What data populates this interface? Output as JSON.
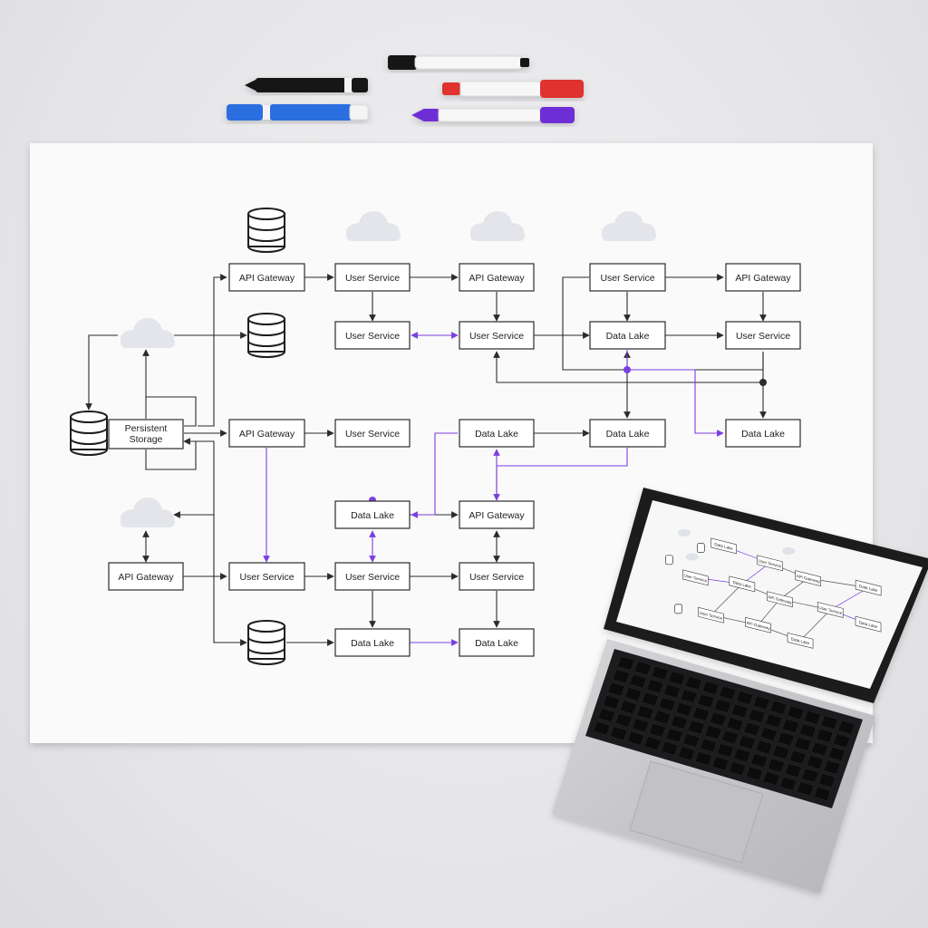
{
  "diagram": {
    "nodes": [
      {
        "id": "n1",
        "label": "API Gateway"
      },
      {
        "id": "n2",
        "label": "User Service"
      },
      {
        "id": "n3",
        "label": "API Gateway"
      },
      {
        "id": "n4",
        "label": "User Service"
      },
      {
        "id": "n5",
        "label": "API Gateway"
      },
      {
        "id": "n6",
        "label": "User Service"
      },
      {
        "id": "n7",
        "label": "User Service"
      },
      {
        "id": "n8",
        "label": "Data Lake"
      },
      {
        "id": "n9",
        "label": "User Service"
      },
      {
        "id": "n10",
        "label": "Persistent Storage"
      },
      {
        "id": "n11",
        "label": "API Gateway"
      },
      {
        "id": "n12",
        "label": "User Service"
      },
      {
        "id": "n13",
        "label": "Data Lake"
      },
      {
        "id": "n14",
        "label": "Data Lake"
      },
      {
        "id": "n15",
        "label": "Data Lake"
      },
      {
        "id": "n16",
        "label": "Data Lake"
      },
      {
        "id": "n17",
        "label": "API Gateway"
      },
      {
        "id": "n18",
        "label": "API Gateway"
      },
      {
        "id": "n19",
        "label": "User Service"
      },
      {
        "id": "n20",
        "label": "User Service"
      },
      {
        "id": "n21",
        "label": "User Service"
      },
      {
        "id": "n22",
        "label": "Data Lake"
      },
      {
        "id": "n23",
        "label": "Data Lake"
      }
    ],
    "edges": [
      {
        "from": "n1",
        "to": "n2",
        "color": "black"
      },
      {
        "from": "n2",
        "to": "n3",
        "color": "black"
      },
      {
        "from": "n4",
        "to": "n5",
        "color": "black"
      },
      {
        "from": "n2",
        "to": "n6",
        "color": "black"
      },
      {
        "from": "n3",
        "to": "n7",
        "color": "black"
      },
      {
        "from": "n6",
        "to": "n7",
        "color": "purple"
      },
      {
        "from": "n7",
        "to": "n8",
        "color": "black"
      },
      {
        "from": "n8",
        "to": "n9",
        "color": "black"
      },
      {
        "from": "n4",
        "to": "n8",
        "color": "black"
      },
      {
        "from": "n5",
        "to": "n9",
        "color": "black"
      },
      {
        "from": "n11",
        "to": "n12",
        "color": "black"
      },
      {
        "from": "n13",
        "to": "n14",
        "color": "black"
      },
      {
        "from": "n14",
        "to": "n8",
        "color": "black"
      },
      {
        "from": "n16",
        "to": "n17",
        "color": "black"
      },
      {
        "from": "n17",
        "to": "n13",
        "color": "purple"
      },
      {
        "from": "n11",
        "to": "n20",
        "color": "purple"
      },
      {
        "from": "n18",
        "to": "n20",
        "color": "black"
      },
      {
        "from": "n20",
        "to": "n21",
        "color": "black"
      },
      {
        "from": "n21",
        "to": "n19",
        "color": "black"
      },
      {
        "from": "n21",
        "to": "n16",
        "color": "purple"
      },
      {
        "from": "n21",
        "to": "n22",
        "color": "black"
      },
      {
        "from": "n19",
        "to": "n17",
        "color": "black"
      },
      {
        "from": "n19",
        "to": "n23",
        "color": "black"
      },
      {
        "from": "n22",
        "to": "n23",
        "color": "purple"
      }
    ]
  },
  "laptop": {
    "screen_labels": [
      "Data Lake",
      "User Service",
      "API Gateway",
      "Data Lake",
      "User Service",
      "Data Lake",
      "API Gateway",
      "User Service",
      "Data Lake",
      "User Service",
      "API Gateway",
      "Data Lake"
    ]
  },
  "colors": {
    "accent_purple": "#7a3fe0",
    "ink": "#1e1e1e",
    "marker_black": "#161616",
    "marker_red": "#e0312f",
    "marker_blue": "#2a6ee0",
    "marker_purple": "#6e2fd6",
    "laptop_body": "#c9c9cc"
  },
  "icons": [
    "database-icon",
    "cloud-icon",
    "marker-icon",
    "laptop-icon"
  ]
}
